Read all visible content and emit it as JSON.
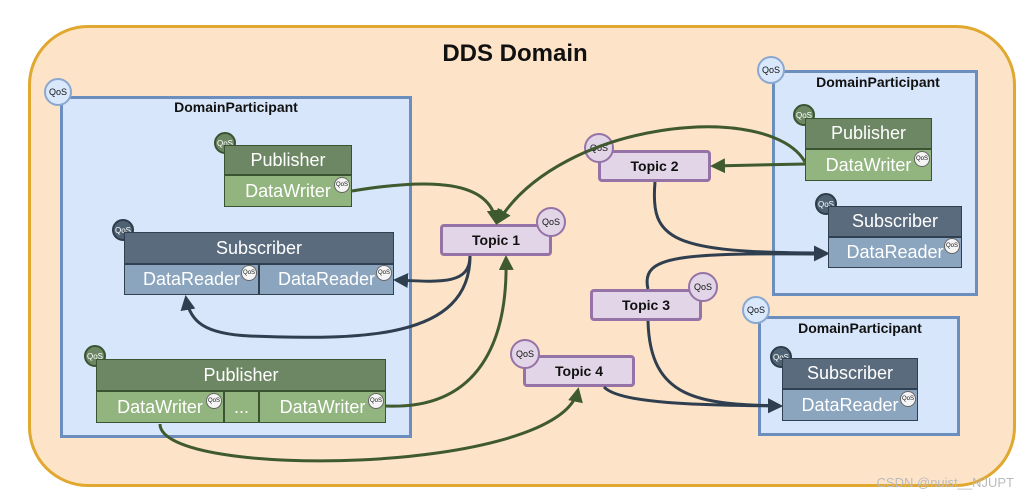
{
  "title": "DDS Domain",
  "qos_label": "QoS",
  "participant_label": "DomainParticipant",
  "publisher_label": "Publisher",
  "subscriber_label": "Subscriber",
  "writer_label": "DataWriter",
  "reader_label": "DataReader",
  "ellipsis_label": "...",
  "topics": [
    "Topic 1",
    "Topic 2",
    "Topic 3",
    "Topic 4"
  ],
  "watermark": "CSDN @nuist__NJUPT",
  "colors": {
    "domain_fill": "#fde4c8",
    "domain_border": "#e0a82e",
    "participant_fill": "#d7e6fb",
    "participant_border": "#6c8ebf",
    "publisher": "#6d8764",
    "writer": "#92b47f",
    "subscriber": "#5a6b7d",
    "reader": "#8ba5bf",
    "topic_fill": "#e1d5e7",
    "topic_border": "#9673a6",
    "green_arrow": "#3f5a2e",
    "dark_arrow": "#2f3f4f"
  }
}
